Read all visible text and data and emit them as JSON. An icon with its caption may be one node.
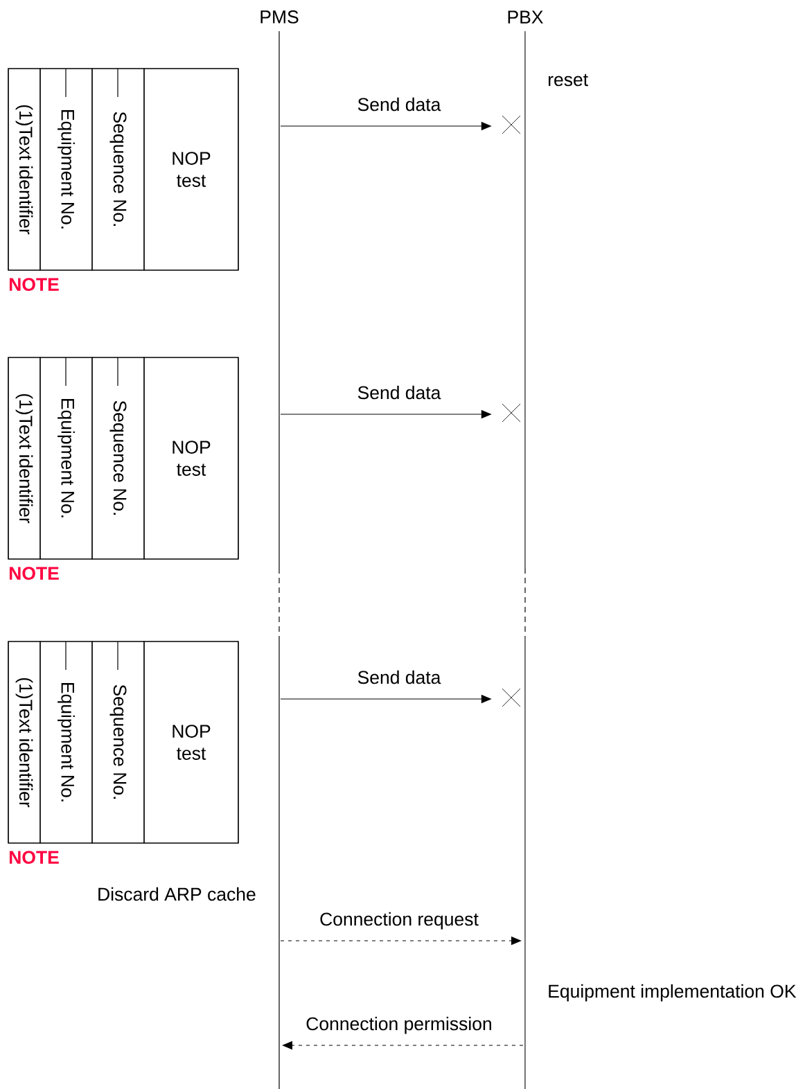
{
  "diagram": {
    "nodes": [
      {
        "text": [
          "PMS"
        ]
      },
      {
        "text": [
          "PBX"
        ]
      },
      {
        "text": [],
        "shape": "box",
        "beside": [
          "NOTE"
        ]
      },
      {
        "text": [
          "(1)Text identifier"
        ],
        "in": 2
      },
      {
        "text": [
          "Equipment No."
        ],
        "in": 2
      },
      {
        "text": [
          "Sequence No."
        ],
        "in": 2
      },
      {
        "text": [
          "NOP test"
        ],
        "in": 2
      },
      {
        "text": [],
        "shape": "cross"
      },
      {
        "text": [],
        "shape": "box",
        "beside": [
          "NOTE"
        ]
      },
      {
        "text": [
          "(1)Text identifier"
        ],
        "in": 8
      },
      {
        "text": [
          "Equipment No."
        ],
        "in": 8
      },
      {
        "text": [
          "Sequence No."
        ],
        "in": 8
      },
      {
        "text": [
          "NOP test"
        ],
        "in": 8
      },
      {
        "text": [],
        "shape": "cross"
      },
      {
        "text": [],
        "shape": "box",
        "beside": [
          "NOTE"
        ]
      },
      {
        "text": [
          "(1)Text identifier"
        ],
        "in": 14
      },
      {
        "text": [
          "Equipment No."
        ],
        "in": 14
      },
      {
        "text": [
          "Sequence No."
        ],
        "in": 14
      },
      {
        "text": [
          "NOP test"
        ],
        "in": 14
      },
      {
        "text": [],
        "shape": "cross"
      }
    ],
    "edges": [
      {
        "from": 0,
        "to": 7,
        "arrow": "to",
        "label": "Send data"
      },
      {
        "from": 0,
        "to": 13,
        "arrow": "to",
        "label": "Send data"
      },
      {
        "from": 0,
        "to": 19,
        "arrow": "to",
        "label": "Send data"
      },
      {
        "from": 0,
        "to": 1,
        "arrow": "to",
        "label": "Connection request",
        "style": "dashed"
      },
      {
        "from": 1,
        "to": 0,
        "arrow": "to",
        "label": "Connection permission",
        "style": "dashed"
      }
    ],
    "labels": [
      "reset",
      "Discard ARP cache",
      "Equipment implementation OK"
    ]
  }
}
